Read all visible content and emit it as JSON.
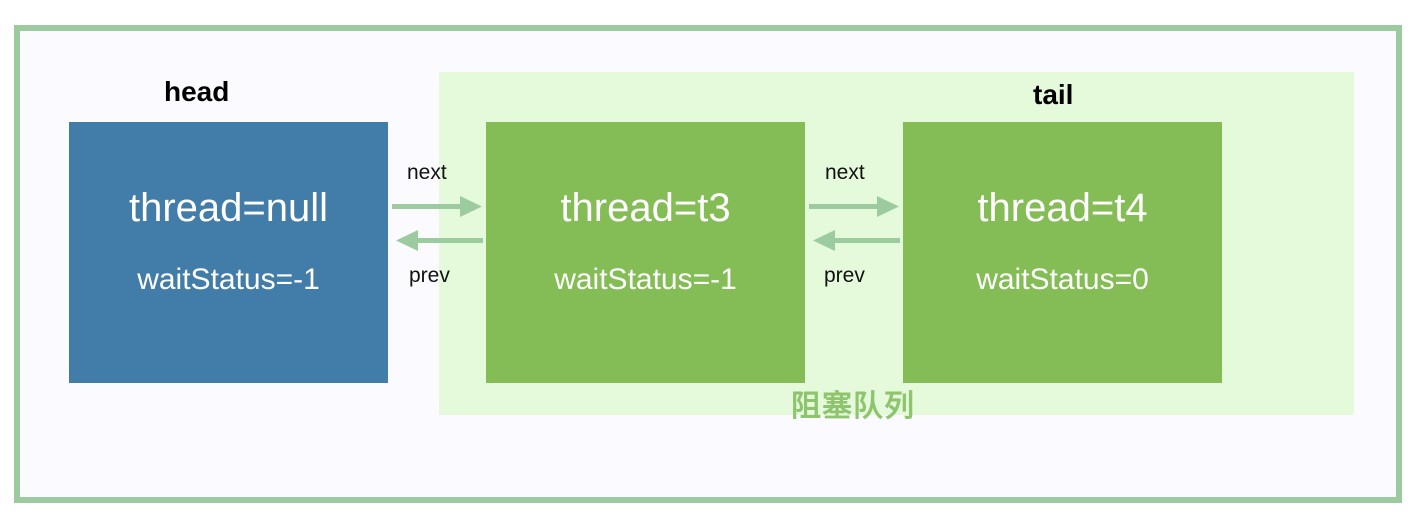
{
  "labels": {
    "head": "head",
    "tail": "tail",
    "queue": "阻塞队列",
    "next": "next",
    "prev": "prev"
  },
  "nodes": [
    {
      "thread": "thread=null",
      "waitStatus": "waitStatus=-1",
      "color": "#427ca8"
    },
    {
      "thread": "thread=t3",
      "waitStatus": "waitStatus=-1",
      "color": "#84bd56"
    },
    {
      "thread": "thread=t4",
      "waitStatus": "waitStatus=0",
      "color": "#84bd56"
    }
  ],
  "colors": {
    "frame_border": "#9ccba0",
    "queue_background": "#e4fadb",
    "queue_label": "#8fc46f",
    "arrow": "#9ccba0"
  }
}
